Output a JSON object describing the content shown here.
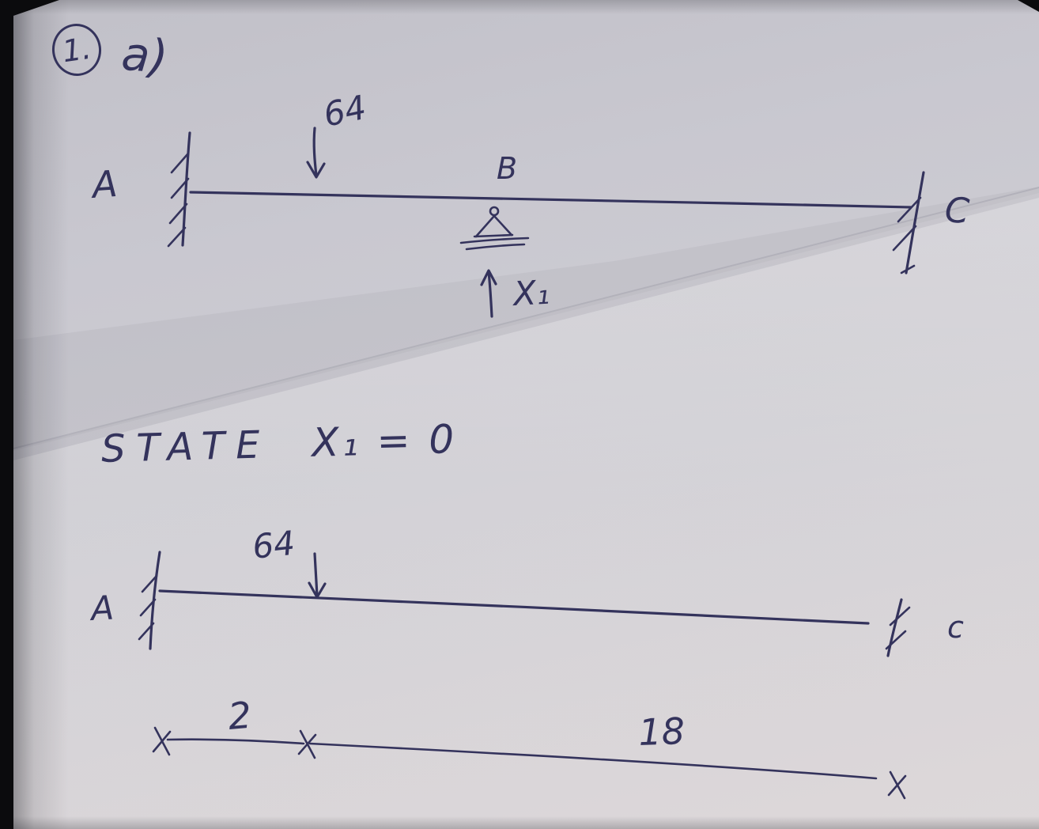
{
  "colors": {
    "ink": "#34335c",
    "paper": "#cbcad2",
    "paper_light": "#d8d3d6",
    "background": "#0b0b0d"
  },
  "header": {
    "problem_number": "1.",
    "part_label": "a)"
  },
  "diagram1": {
    "load_value": "64",
    "support_a_label": "A",
    "support_b_label": "B",
    "support_c_label": "C",
    "redundant_label": "X₁"
  },
  "state": {
    "word": "STATE",
    "equation": "X₁ = 0"
  },
  "diagram2": {
    "load_value": "64",
    "support_a_label": "A",
    "support_c_label": "c"
  },
  "dimensions": {
    "span_left": "2",
    "span_right": "18"
  }
}
